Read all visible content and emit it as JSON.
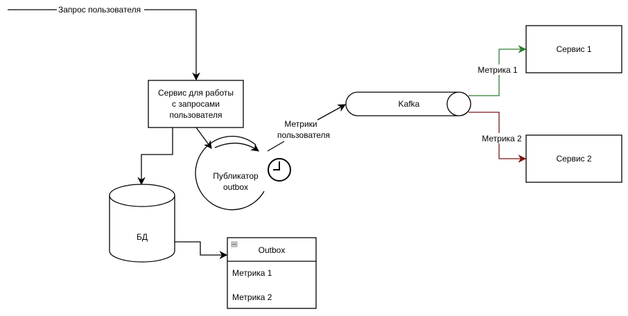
{
  "diagram": {
    "edges": {
      "user_request": "Запрос пользователя",
      "user_metrics_line1": "Метрики",
      "user_metrics_line2": "пользователя",
      "metric1": "Метрика 1",
      "metric2": "Метрика 2"
    },
    "nodes": {
      "request_service": {
        "line1": "Сервис для работы",
        "line2": "с запросами",
        "line3": "пользователя"
      },
      "publisher": {
        "line1": "Публикатор",
        "line2": "outbox"
      },
      "kafka": "Kafka",
      "db": "БД",
      "outbox_table": {
        "title": "Outbox",
        "rows": [
          "Метрика 1",
          "Метрика 2"
        ]
      },
      "service1": "Сервис 1",
      "service2": "Сервис 2"
    },
    "colors": {
      "stroke": "#000000",
      "metric1_edge": "#2e7d32",
      "metric2_edge": "#7b1515"
    }
  }
}
